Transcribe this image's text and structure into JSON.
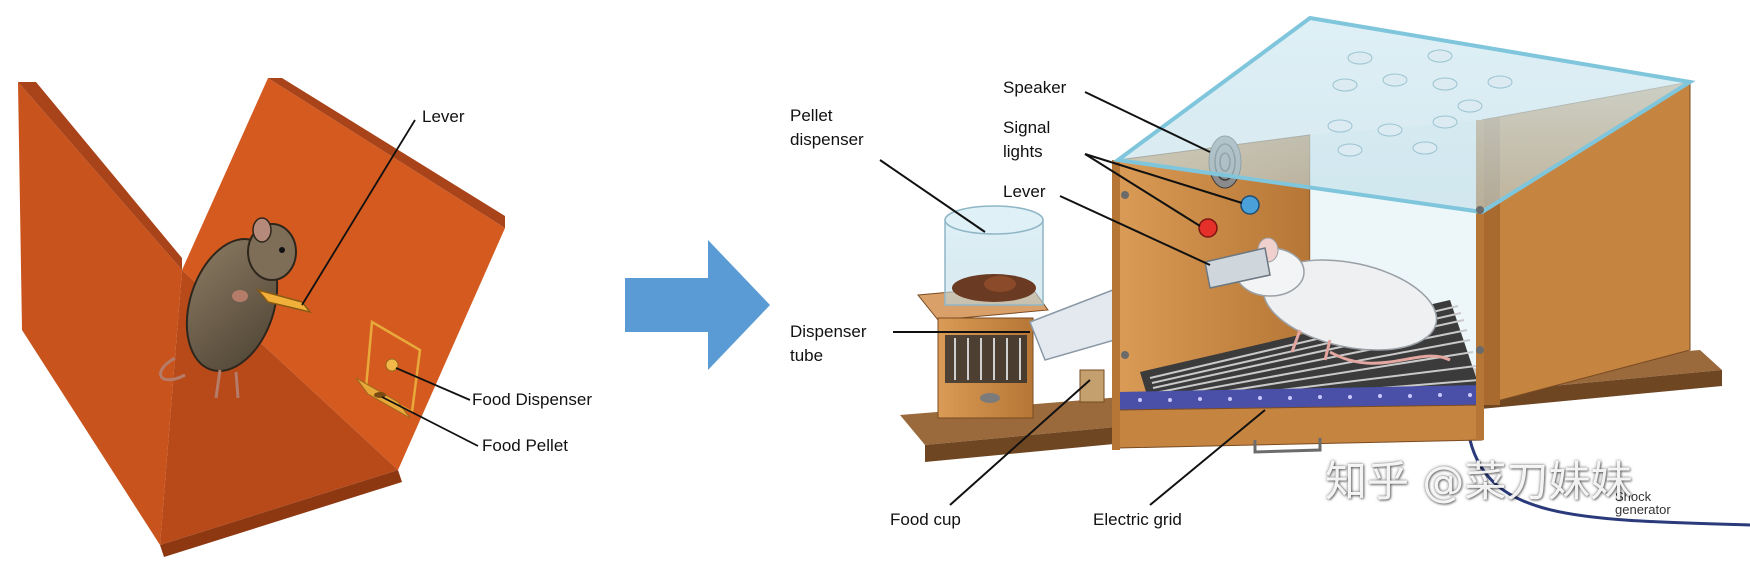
{
  "left_diagram": {
    "labels": {
      "lever": "Lever",
      "food_dispenser": "Food Dispenser",
      "food_pellet": "Food Pellet"
    }
  },
  "right_diagram": {
    "labels": {
      "pellet_dispenser": "Pellet\ndispenser",
      "speaker": "Speaker",
      "signal_lights": "Signal\nlights",
      "lever": "Lever",
      "dispenser_tube": "Dispenser\ntube",
      "food_cup": "Food cup",
      "electric_grid": "Electric grid",
      "shock_generator": "Shock\ngenerator"
    }
  },
  "watermark": "知乎 @菜刀妹妹",
  "colors": {
    "box_orange": "#c9531c",
    "arrow_blue": "#5b9bd5",
    "wood": "#c98a4a",
    "glass": "#c9e4ee"
  }
}
